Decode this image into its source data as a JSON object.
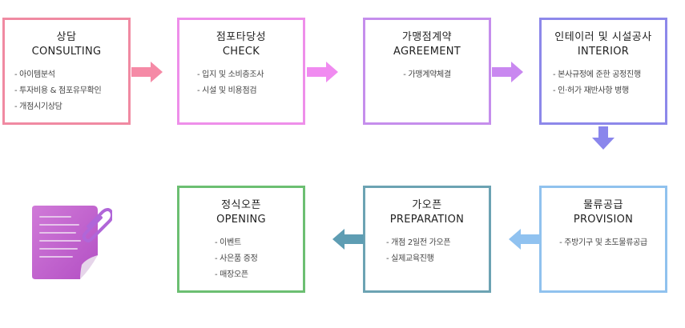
{
  "steps": [
    {
      "title": "상담",
      "title_en": "CONSULTING",
      "color": "#f08aa2",
      "items": [
        "- 아이템분석",
        "- 투자비용 & 점포유무확인",
        "- 개점시기상담"
      ]
    },
    {
      "title": "점포타당성",
      "title_en": "CHECK",
      "color": "#ee8fea",
      "items": [
        "- 입지 및 소비층조사",
        "- 시설 및 비용점검"
      ]
    },
    {
      "title": "가맹점계약",
      "title_en": "AGREEMENT",
      "color": "#c58eec",
      "items": [
        "- 가맹계약체결"
      ]
    },
    {
      "title": "인테이러 및 시설공사",
      "title_en": "INTERIOR",
      "color": "#8d88ea",
      "items": [
        "- 본사규정에 준한 공정진행",
        "- 인·허가 재반사항 병행"
      ]
    },
    {
      "title": "물류공급",
      "title_en": "PROVISION",
      "color": "#90c2ee",
      "items": [
        "- 주방기구 및 초도물류공급"
      ]
    },
    {
      "title": "가오픈",
      "title_en": "PREPARATION",
      "color": "#6ca3b3",
      "items": [
        "- 개점 2일전 가오픈",
        "- 실제교육진행"
      ]
    },
    {
      "title": "정식오픈",
      "title_en": "OPENING",
      "color": "#6cbf72",
      "items": [
        "- 이벤트",
        "- 사은품 증정",
        "- 매장오픈"
      ]
    }
  ],
  "arrow_colors": {
    "a1": "#f58aa6",
    "a2": "#f08bf0",
    "a3": "#c988f0",
    "down": "#8a86ec",
    "left1": "#90c2f0",
    "left2": "#5e9db3"
  },
  "icon": {
    "name": "note-paperclip-icon",
    "paper_color": "#b34fc4",
    "paper_light": "#d07ad8",
    "curl_color": "#e6d5ea",
    "clip_color": "#b066d8"
  }
}
